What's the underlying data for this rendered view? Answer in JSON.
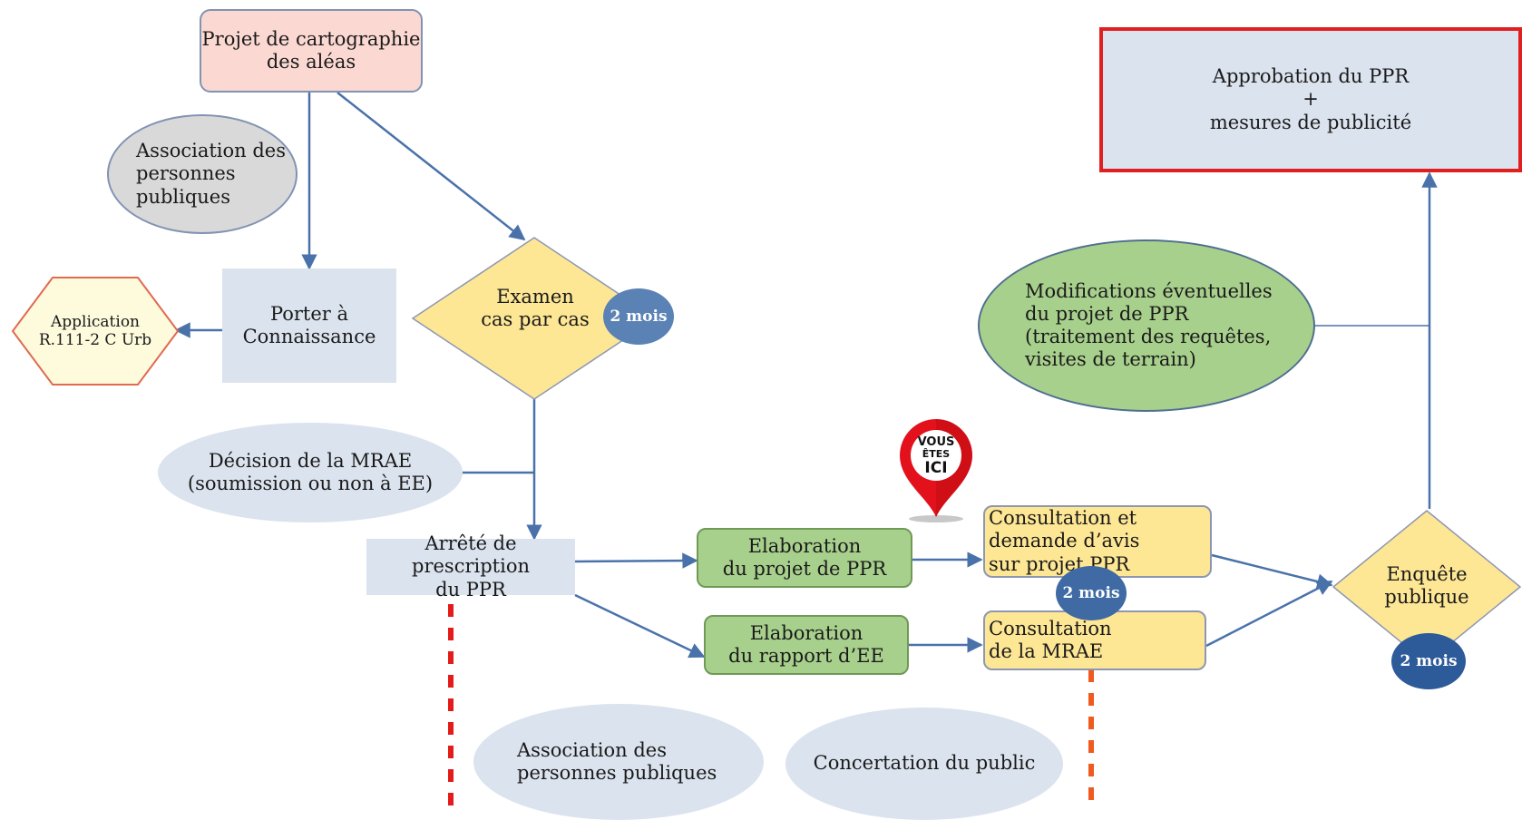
{
  "nodes": {
    "projet_cartographie": "Projet de cartographie\ndes aléas",
    "association_top": "Association des\npersonnes\npubliques",
    "porter_connaissance": "Porter à\nConnaissance",
    "application": "Application\nR.111-2 C Urb",
    "examen": "Examen\ncas par cas",
    "decision_mrae": "Décision de la MRAE\n(soumission ou non à EE)",
    "arrete": "Arrêté de prescription\ndu PPR",
    "elaboration_projet": "Elaboration\ndu projet de PPR",
    "elaboration_rapport": "Elaboration\ndu rapport d’EE",
    "consultation_avis": "Consultation et\ndemande d’avis\nsur projet PPR",
    "consultation_mrae": "Consultation\nde la MRAE",
    "enquete": "Enquête\npublique",
    "modifications": "Modifications éventuelles\ndu projet de PPR\n(traitement des requêtes,\n visites de terrain)",
    "approbation": "Approbation du PPR\n+\nmesures de publicité",
    "association_bottom": "Association des\npersonnes publiques",
    "concertation": "Concertation du public"
  },
  "badges": {
    "examen": "2 mois",
    "consultation": "2 mois",
    "enquete": "2 mois"
  },
  "marker": {
    "line1": "VOUS",
    "line2": "ÊTES",
    "line3": "ICI",
    "icon": "location-pin-icon"
  },
  "colors": {
    "arrow": "#4a72aa",
    "pin": "#e3111b",
    "dash_red": "#e31b1b",
    "dash_orange": "#f05a1e",
    "approval_border": "#e02020"
  }
}
